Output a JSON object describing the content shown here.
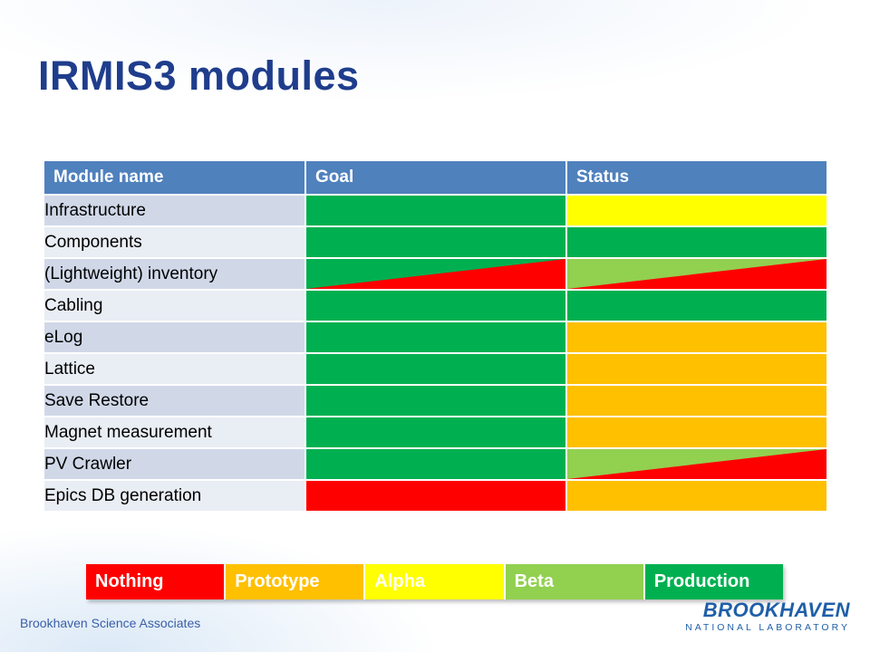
{
  "slide": {
    "title": "IRMIS3 modules"
  },
  "colors": {
    "header": "#4f81bd",
    "Nothing": "#ff0000",
    "Prototype": "#ffc000",
    "Alpha": "#ffff00",
    "Beta": "#92d050",
    "Production": "#00b050"
  },
  "table": {
    "headers": [
      "Module name",
      "Goal",
      "Status"
    ],
    "rows": [
      {
        "name": "Infrastructure",
        "goal": "Production",
        "status": "Alpha"
      },
      {
        "name": "Components",
        "goal": "Production",
        "status": "Production"
      },
      {
        "name": "(Lightweight) inventory",
        "goal": "Production/Nothing",
        "status": "Beta/Nothing"
      },
      {
        "name": "Cabling",
        "goal": "Production",
        "status": "Production"
      },
      {
        "name": "eLog",
        "goal": "Production",
        "status": "Prototype"
      },
      {
        "name": "Lattice",
        "goal": "Production",
        "status": "Prototype"
      },
      {
        "name": "Save Restore",
        "goal": "Production",
        "status": "Prototype"
      },
      {
        "name": "Magnet measurement",
        "goal": "Production",
        "status": "Prototype"
      },
      {
        "name": "PV Crawler",
        "goal": "Production",
        "status": "Beta/Nothing"
      },
      {
        "name": "Epics DB generation",
        "goal": "Nothing",
        "status": "Prototype"
      }
    ]
  },
  "legend": [
    {
      "label": "Nothing",
      "color": "#ff0000"
    },
    {
      "label": "Prototype",
      "color": "#ffc000"
    },
    {
      "label": "Alpha",
      "color": "#ffff00"
    },
    {
      "label": "Beta",
      "color": "#92d050"
    },
    {
      "label": "Production",
      "color": "#00b050"
    }
  ],
  "footer": {
    "left": "Brookhaven Science Associates",
    "logo_main": "BROOKHAVEN",
    "logo_sub": "NATIONAL LABORATORY"
  }
}
